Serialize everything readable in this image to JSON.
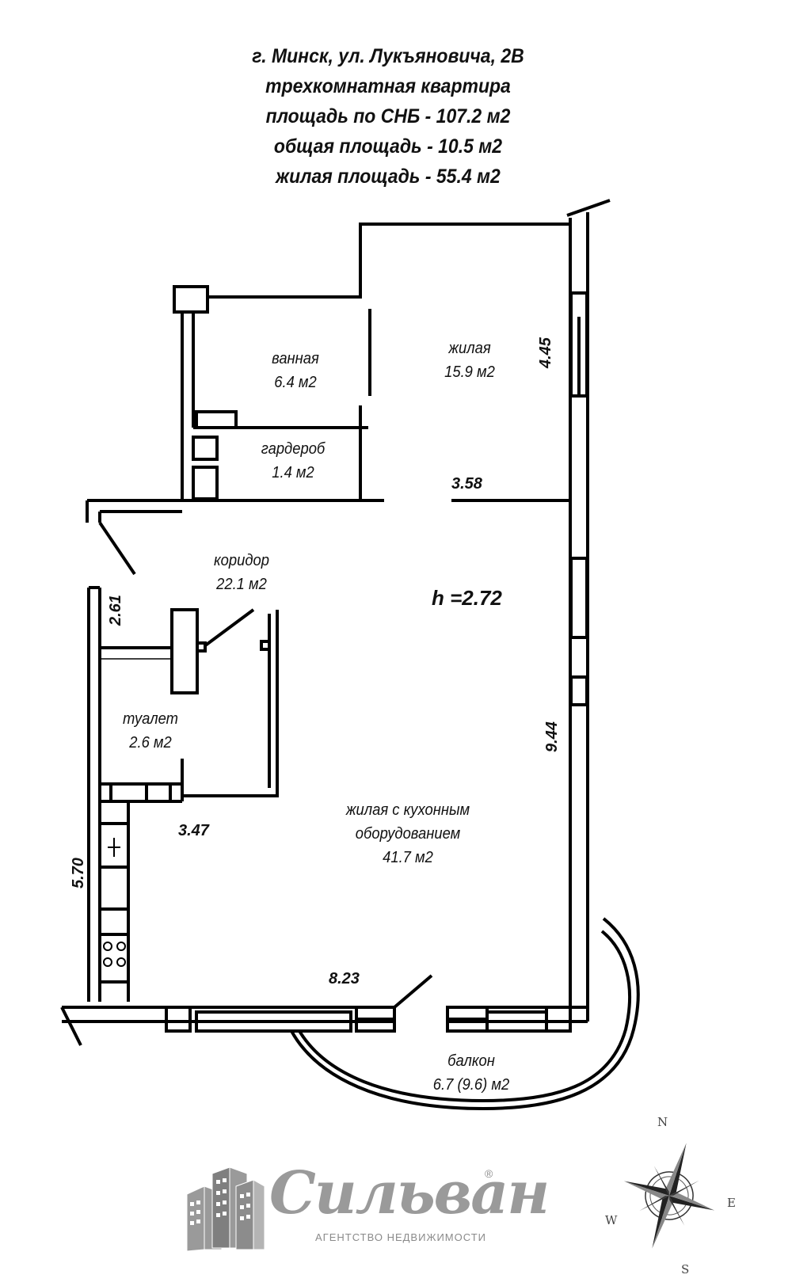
{
  "header": {
    "address": "г. Минск, ул. Лукъяновича, 2В",
    "type": "трехкомнатная квартира",
    "area_snb": "площадь по СНБ - 107.2 м2",
    "area_common": "общая площадь - 10.5 м2",
    "area_living": "жилая площадь - 55.4 м2"
  },
  "rooms": {
    "bathroom": {
      "name": "ванная",
      "area": "6.4 м2"
    },
    "living_room": {
      "name": "жилая",
      "area": "15.9 м2"
    },
    "wardrobe": {
      "name": "гардероб",
      "area": "1.4 м2"
    },
    "corridor": {
      "name": "коридор",
      "area": "22.1 м2"
    },
    "toilet": {
      "name": "туалет",
      "area": "2.6 м2"
    },
    "kitchen_living": {
      "name_line1": "жилая с кухонным",
      "name_line2": "оборудованием",
      "area": "41.7 м2"
    },
    "balcony": {
      "name": "балкон",
      "area": "6.7 (9.6) м2"
    }
  },
  "dimensions": {
    "living_right": "4.45",
    "living_bottom": "3.58",
    "corridor_left": "2.61",
    "kitchen_right": "9.44",
    "toilet_bottom": "3.47",
    "kitchen_left": "5.70",
    "kitchen_bottom": "8.23"
  },
  "ceiling_height": "h =2.72",
  "logo": {
    "name": "Сильван",
    "registered": "®",
    "subtitle": "АГЕНТСТВО НЕДВИЖИМОСТИ"
  },
  "compass": {
    "north": "N",
    "east": "E",
    "south": "S",
    "west": "W"
  }
}
